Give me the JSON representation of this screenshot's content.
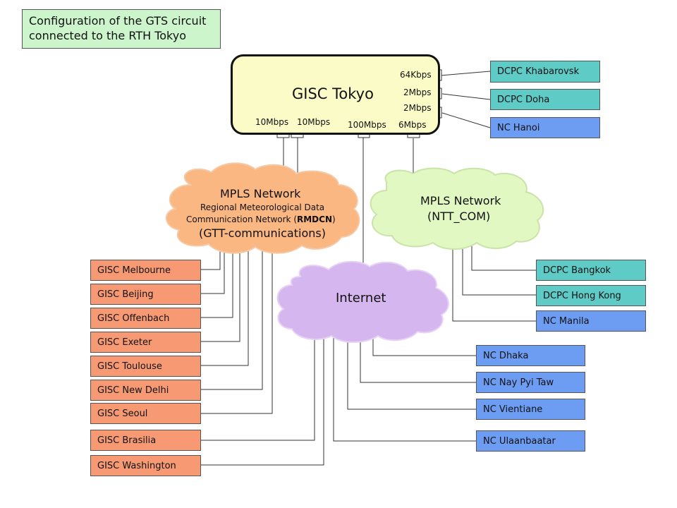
{
  "title": {
    "line1": "Configuration of the GTS circuit",
    "line2": "connected to the RTH Tokyo"
  },
  "gisc_tokyo": {
    "label": "GISC Tokyo",
    "ports": {
      "p64k": "64Kbps",
      "p2m_a": "2Mbps",
      "p2m_b": "2Mbps",
      "p10m_a": "10Mbps",
      "p10m_b": "10Mbps",
      "p100m": "100Mbps",
      "p6m": "6Mbps"
    }
  },
  "right_top_nodes": [
    "DCPC Khabarovsk",
    "DCPC Doha",
    "NC Hanoi"
  ],
  "mpls_rmdcn": {
    "title": "MPLS Network",
    "line2": "Regional Meteorological  Data",
    "line3a": "Communication Network (",
    "line3b": "RMDCN",
    "line3c": ")",
    "line4": "(GTT-communications)"
  },
  "mpls_ntt": {
    "title": "MPLS Network",
    "line2": "(NTT_COM)"
  },
  "internet": {
    "label": "Internet"
  },
  "gisc_nodes": [
    "GISC Melbourne",
    "GISC Beijing",
    "GISC Offenbach",
    "GISC Exeter",
    "GISC Toulouse",
    "GISC New Delhi",
    "GISC Seoul",
    "GISC Brasilia",
    "GISC Washington"
  ],
  "ntt_nodes": [
    "DCPC Bangkok",
    "DCPC Hong Kong",
    "NC Manila"
  ],
  "internet_nodes": [
    "NC Dhaka",
    "NC Nay Pyi Taw",
    "NC Vientiane",
    "NC Ulaanbaatar"
  ],
  "colors": {
    "gisc_box": "#f79a74",
    "dcpc_box": "#5fcbc7",
    "nc_box": "#6d9df2",
    "tokyo_fill": "#fbfbc8",
    "title_fill": "#ccf5cc",
    "rmdcn_cloud": "#fbb782",
    "ntt_cloud": "#e2f8c2",
    "internet_cloud": "#d5b6ee"
  }
}
